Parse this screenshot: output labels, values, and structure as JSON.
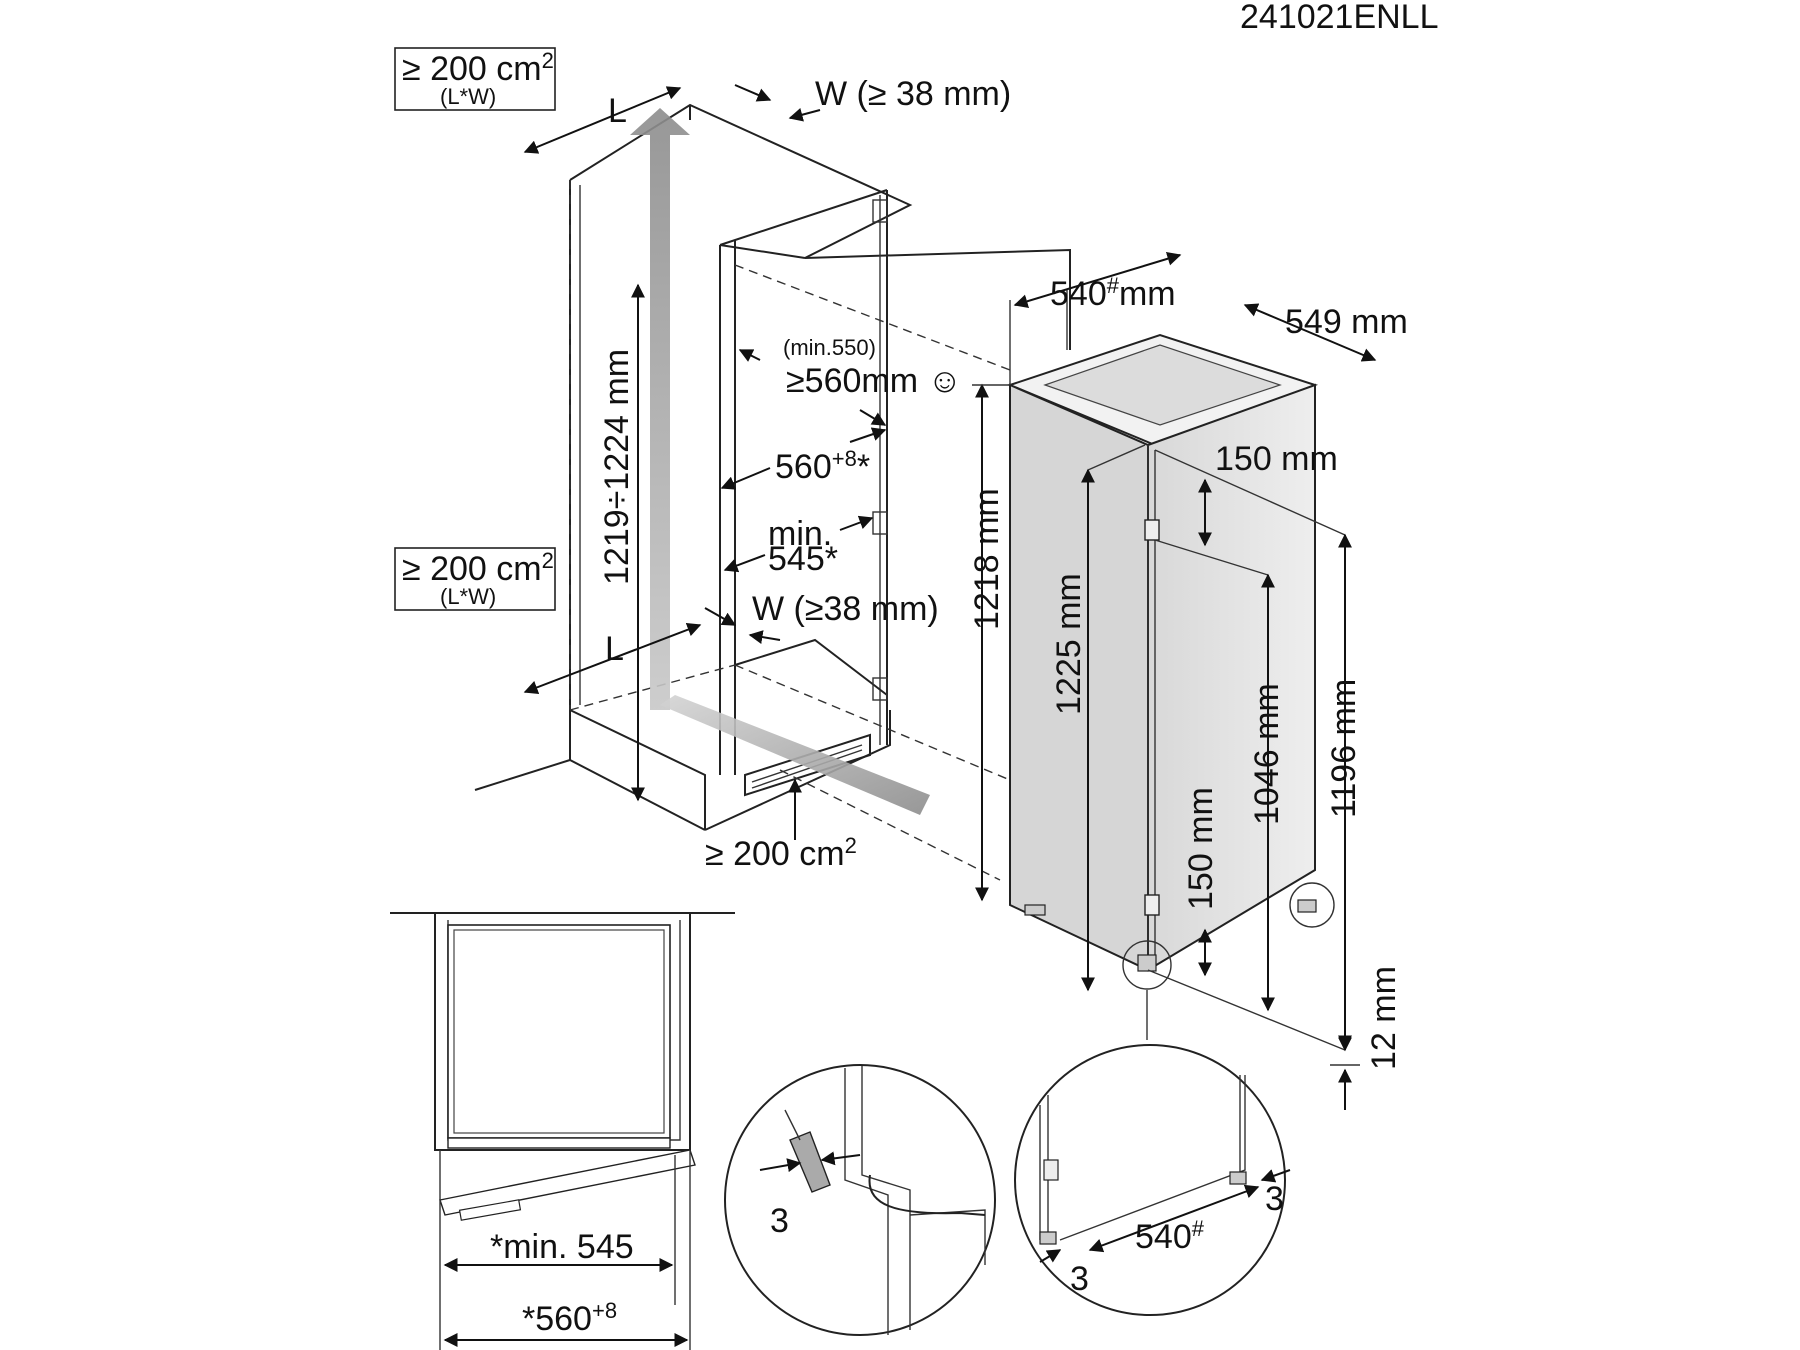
{
  "doc_code": "241021ENLL",
  "vent_top": {
    "area": "≥ 200 cm",
    "sup": "2",
    "formula": "(L*W)"
  },
  "vent_mid": {
    "area": "≥ 200 cm",
    "sup": "2",
    "formula": "(L*W)"
  },
  "vent_bottom": {
    "area": "≥ 200 cm",
    "sup": "2"
  },
  "labels": {
    "L_top": "L",
    "L_mid": "L",
    "W_top": "W (≥ 38 mm)",
    "W_mid": "W (≥38 mm)",
    "niche_height": "1219÷1224 mm",
    "min550": "(min.550)",
    "min560": "≥560mm",
    "smile": "☺",
    "w560": "560",
    "w560_sup": "+8",
    "w560_star": "*",
    "min_word": "min.",
    "w545": "545*",
    "h1218": "1218 mm",
    "h1225": "1225 mm",
    "d540": "540",
    "d540_sup": "#",
    "d540_unit": "mm",
    "d549": "549 mm",
    "h150_top": "150 mm",
    "h150_bottom": "150 mm",
    "h1046": "1046 mm",
    "h1196": "1196 mm",
    "h12": "12 mm",
    "plan_min545": "*min. 545",
    "plan_560": "*560",
    "plan_560_sup": "+8",
    "detail_3_left": "3",
    "detail_3_right_top": "3",
    "detail_3_right_bottom": "3",
    "detail_540": "540",
    "detail_540_sup": "#"
  },
  "colors": {
    "line": "#222222",
    "appliance": "#e2e2e2",
    "airflow": "#9a9a9a"
  }
}
